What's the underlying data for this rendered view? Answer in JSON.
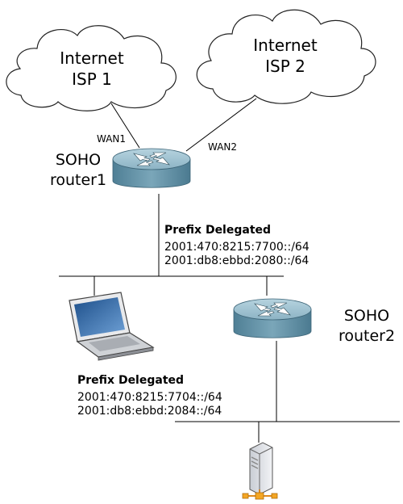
{
  "clouds": [
    {
      "line1": "Internet",
      "line2": "ISP 1"
    },
    {
      "line1": "Internet",
      "line2": "ISP 2"
    }
  ],
  "wan_labels": {
    "wan1": "WAN1",
    "wan2": "WAN2"
  },
  "router1": {
    "line1": "SOHO",
    "line2": "router1",
    "icon": "router-icon"
  },
  "router2": {
    "line1": "SOHO",
    "line2": "router2",
    "icon": "router-icon"
  },
  "laptop": {
    "icon": "laptop-icon"
  },
  "server": {
    "icon": "server-icon"
  },
  "prefix_upper": {
    "title": "Prefix Delegated",
    "prefixes": [
      "2001:470:8215:7700::/64",
      "2001:db8:ebbd:2080::/64"
    ]
  },
  "prefix_lower": {
    "title": "Prefix Delegated",
    "prefixes": [
      "2001:470:8215:7704::/64",
      "2001:db8:ebbd:2084::/64"
    ]
  },
  "colors": {
    "router_top": "#8fb6c6",
    "router_side": "#5d8ba0",
    "cloud_fill": "#ffffff",
    "line": "#000000"
  }
}
